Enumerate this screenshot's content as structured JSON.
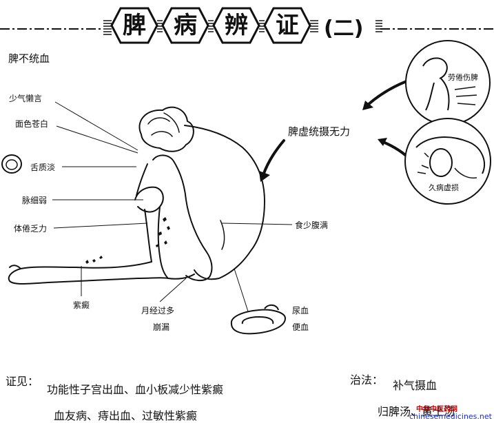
{
  "title": {
    "chars": [
      "脾",
      "病",
      "辨",
      "证"
    ],
    "suffix": "(二)"
  },
  "section": "脾不统血",
  "symptoms_left": {
    "shao_qi": "少气懒言",
    "mian_se": "面色苍白",
    "she_zhi": "舌质淡",
    "mai": "脉细弱",
    "ti_juan": "体倦乏力",
    "zi_dian": "紫癜"
  },
  "symptoms_bottom": {
    "yue_jing": "月经过多",
    "beng_lou": "崩漏",
    "niao_xue": "尿血",
    "bian_xue": "便血"
  },
  "symptoms_right": {
    "shi_shao": "食少腹满"
  },
  "causes": {
    "main": "脾虚统摄无力",
    "lao_juan": "劳倦伤脾",
    "jiu_bing": "久病虚损"
  },
  "footer": {
    "zheng_jian_label": "证见：",
    "zheng_jian_line1": "功能性子宫出血、血小板减少性紫癜",
    "zheng_jian_line2": "血友病、痔出血、过敏性紫癜",
    "zhi_fa_label": "治法：",
    "zhi_fa_value": "补气摄血",
    "fang": "归脾汤、黄土汤"
  },
  "watermark": {
    "cn": "中华中医药网",
    "url": "chinesemedicines.net"
  },
  "colors": {
    "ink": "#111111",
    "watermark_red": "#c00000",
    "watermark_blue": "#1a2fbf"
  }
}
